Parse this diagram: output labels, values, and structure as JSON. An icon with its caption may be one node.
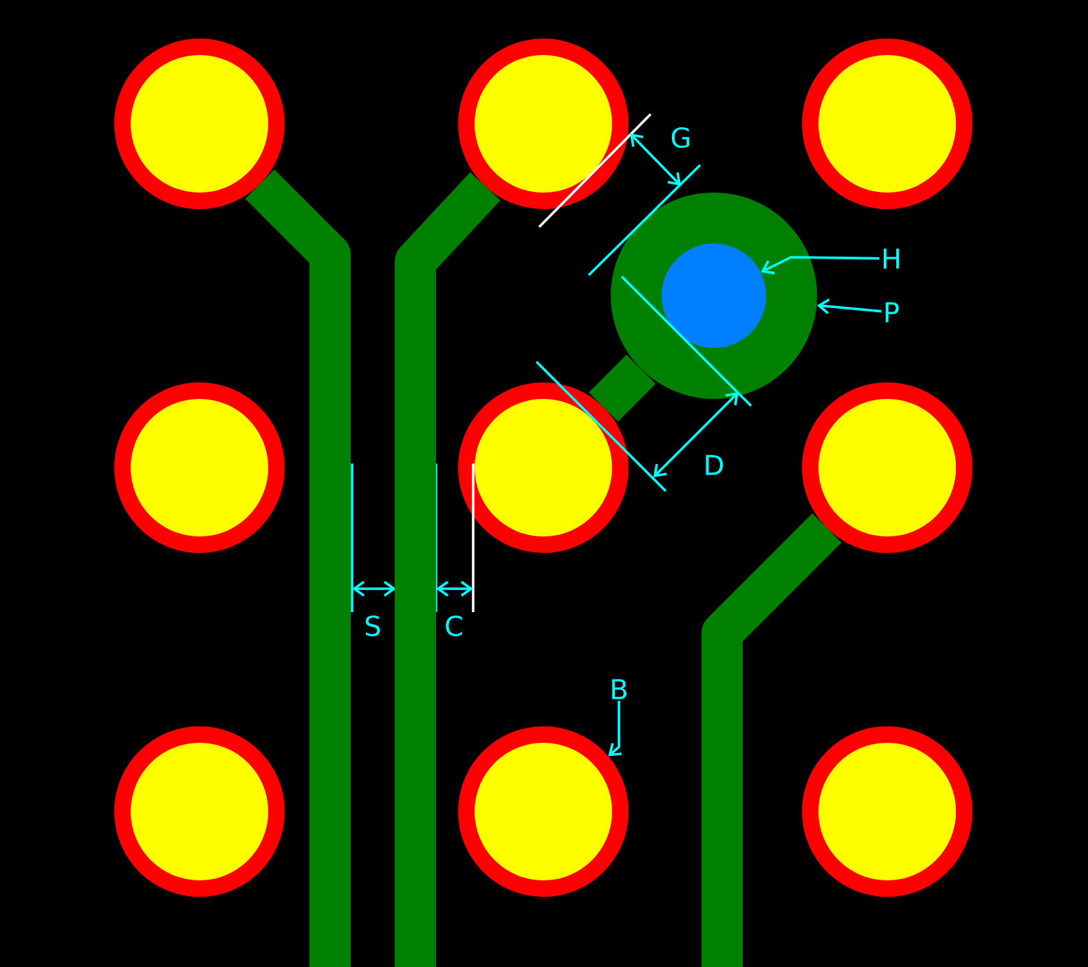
{
  "diagram": {
    "nodes": [
      {
        "text": [],
        "shape": "circle"
      },
      {
        "text": [],
        "shape": "circle"
      },
      {
        "text": [],
        "shape": "circle"
      },
      {
        "text": [],
        "shape": "circle"
      },
      {
        "text": [],
        "shape": "circle",
        "in": 3
      },
      {
        "text": [
          "H"
        ]
      },
      {
        "text": [
          "P"
        ]
      },
      {
        "text": [],
        "shape": "circle"
      },
      {
        "text": [],
        "shape": "circle"
      },
      {
        "text": [],
        "shape": "circle"
      },
      {
        "text": [
          "B"
        ]
      },
      {
        "text": [],
        "shape": "circle"
      },
      {
        "text": [],
        "shape": "circle"
      },
      {
        "text": [],
        "shape": "circle"
      }
    ],
    "edges": [
      {
        "from": 0,
        "to": null,
        "arrow": "none"
      },
      {
        "from": 1,
        "to": null,
        "arrow": "none"
      },
      {
        "from": 8,
        "to": 3,
        "arrow": "none"
      },
      {
        "from": 9,
        "to": null,
        "arrow": "none"
      },
      {
        "from": 5,
        "to": 4,
        "arrow": "to",
        "color": "#00ffff"
      },
      {
        "from": 6,
        "to": 3,
        "arrow": "to",
        "color": "#00ffff"
      },
      {
        "from": 10,
        "to": 12,
        "arrow": "to",
        "color": "#00ffff"
      }
    ],
    "labels": [
      "G",
      "D",
      "S",
      "C"
    ]
  }
}
